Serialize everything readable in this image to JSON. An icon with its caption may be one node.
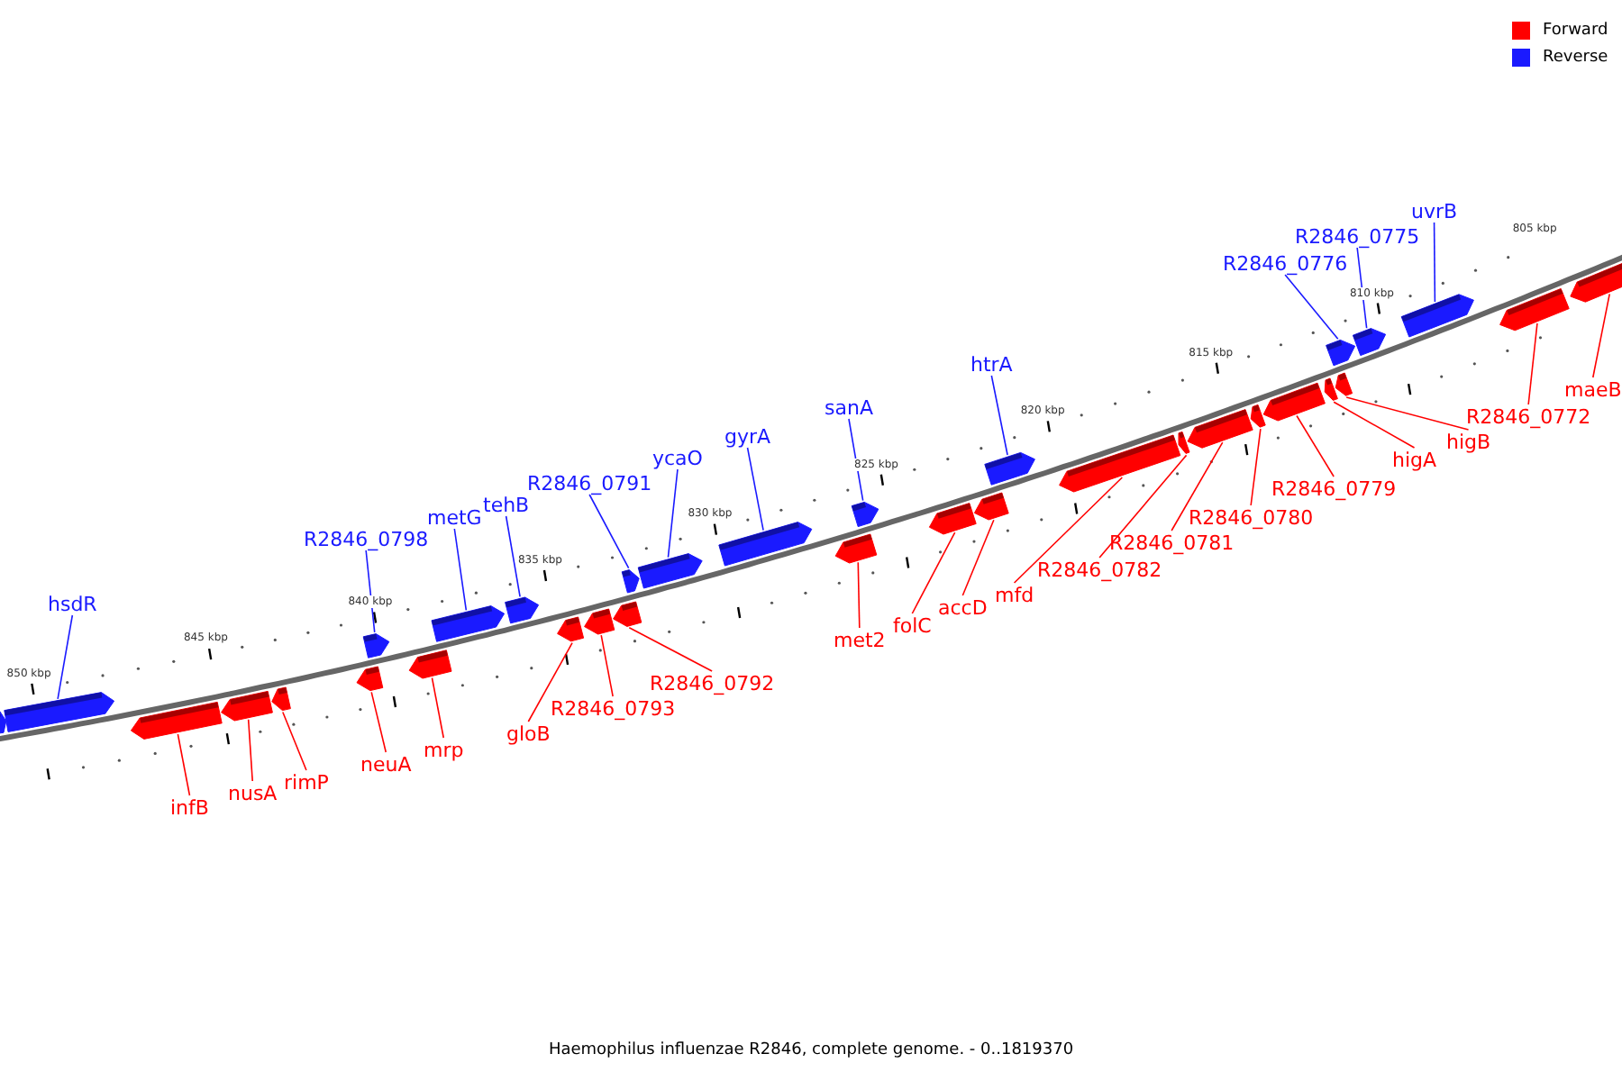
{
  "diagram": {
    "caption": "Haemophilus influenzae R2846, complete genome. - 0..1819370",
    "nodes": [
      {
        "text": [],
        "shape": "arrow"
      },
      {
        "text": [
          "hsdR"
        ]
      },
      {
        "text": [],
        "shape": "arrow"
      },
      {
        "text": [
          "infB"
        ]
      },
      {
        "text": [],
        "shape": "arrow"
      },
      {
        "text": [
          "nusA"
        ]
      },
      {
        "text": [],
        "shape": "arrow"
      },
      {
        "text": [
          "rimP"
        ]
      },
      {
        "text": [],
        "shape": "arrow"
      },
      {
        "text": [
          "neuA"
        ]
      },
      {
        "text": [],
        "shape": "arrow"
      },
      {
        "text": [
          "R2846_0798"
        ]
      },
      {
        "text": [],
        "shape": "arrow"
      },
      {
        "text": [
          "mrp"
        ]
      },
      {
        "text": [],
        "shape": "arrow"
      },
      {
        "text": [
          "metG"
        ]
      },
      {
        "text": [],
        "shape": "arrow"
      },
      {
        "text": [
          "tehB"
        ]
      },
      {
        "text": [],
        "shape": "arrow"
      },
      {
        "text": [
          "gloB"
        ]
      },
      {
        "text": [],
        "shape": "arrow"
      },
      {
        "text": [
          "R2846_0793"
        ]
      },
      {
        "text": [],
        "shape": "arrow"
      },
      {
        "text": [
          "R2846_0792"
        ]
      },
      {
        "text": [],
        "shape": "arrow"
      },
      {
        "text": [
          "R2846_0791"
        ]
      },
      {
        "text": [],
        "shape": "arrow"
      },
      {
        "text": [
          "ycaO"
        ]
      },
      {
        "text": [],
        "shape": "arrow"
      },
      {
        "text": [
          "gyrA"
        ]
      },
      {
        "text": [],
        "shape": "arrow"
      },
      {
        "text": [
          "met2"
        ]
      },
      {
        "text": [],
        "shape": "arrow"
      },
      {
        "text": [
          "sanA"
        ]
      },
      {
        "text": [],
        "shape": "arrow"
      },
      {
        "text": [
          "folC"
        ]
      },
      {
        "text": [],
        "shape": "arrow"
      },
      {
        "text": [
          "accD"
        ]
      },
      {
        "text": [],
        "shape": "arrow"
      },
      {
        "text": [
          "htrA"
        ]
      },
      {
        "text": [],
        "shape": "arrow"
      },
      {
        "text": [
          "mfd"
        ]
      },
      {
        "text": [],
        "shape": "arrow"
      },
      {
        "text": [
          "R2846_0782"
        ]
      },
      {
        "text": [],
        "shape": "arrow"
      },
      {
        "text": [
          "R2846_0781"
        ]
      },
      {
        "text": [],
        "shape": "arrow"
      },
      {
        "text": [
          "R2846_0780"
        ]
      },
      {
        "text": [],
        "shape": "arrow"
      },
      {
        "text": [
          "R2846_0779"
        ]
      },
      {
        "text": [],
        "shape": "arrow"
      },
      {
        "text": [
          "higA"
        ]
      },
      {
        "text": [],
        "shape": "arrow"
      },
      {
        "text": [
          "higB"
        ]
      },
      {
        "text": [],
        "shape": "arrow"
      },
      {
        "text": [
          "R2846_0776"
        ]
      },
      {
        "text": [],
        "shape": "arrow"
      },
      {
        "text": [
          "R2846_0775"
        ]
      },
      {
        "text": [],
        "shape": "arrow"
      },
      {
        "text": [
          "uvrB"
        ]
      },
      {
        "text": [],
        "shape": "arrow"
      },
      {
        "text": [
          "R2846_0772"
        ]
      },
      {
        "text": [],
        "shape": "arrow"
      },
      {
        "text": [
          "maeB"
        ]
      },
      {
        "text": [],
        "shape": "arrow"
      }
    ],
    "edges": [
      {
        "from": 1,
        "to": 2,
        "arrow": "none",
        "color": "#1a1aff"
      },
      {
        "from": 3,
        "to": 4,
        "arrow": "none"
      },
      {
        "from": 5,
        "to": 6,
        "arrow": "none"
      },
      {
        "from": 7,
        "to": 8,
        "arrow": "none"
      },
      {
        "from": 9,
        "to": 10,
        "arrow": "none"
      },
      {
        "from": 11,
        "to": 12,
        "arrow": "none",
        "color": "#1a1aff"
      },
      {
        "from": 13,
        "to": 14,
        "arrow": "none"
      },
      {
        "from": 15,
        "to": 16,
        "arrow": "none",
        "color": "#1a1aff"
      },
      {
        "from": 17,
        "to": 18,
        "arrow": "none",
        "color": "#1a1aff"
      },
      {
        "from": 19,
        "to": 20,
        "arrow": "none"
      },
      {
        "from": 21,
        "to": 22,
        "arrow": "none"
      },
      {
        "from": 23,
        "to": 24,
        "arrow": "none"
      },
      {
        "from": 25,
        "to": 26,
        "arrow": "none",
        "color": "#1a1aff"
      },
      {
        "from": 27,
        "to": 28,
        "arrow": "none",
        "color": "#1a1aff"
      },
      {
        "from": 29,
        "to": 30,
        "arrow": "none",
        "color": "#1a1aff"
      },
      {
        "from": 31,
        "to": 32,
        "arrow": "none"
      },
      {
        "from": 33,
        "to": 34,
        "arrow": "none",
        "color": "#1a1aff"
      },
      {
        "from": 35,
        "to": 36,
        "arrow": "none"
      },
      {
        "from": 37,
        "to": 38,
        "arrow": "none"
      },
      {
        "from": 39,
        "to": 40,
        "arrow": "none",
        "color": "#1a1aff"
      },
      {
        "from": 41,
        "to": 42,
        "arrow": "none"
      },
      {
        "from": 43,
        "to": 44,
        "arrow": "none"
      },
      {
        "from": 45,
        "to": 46,
        "arrow": "none"
      },
      {
        "from": 47,
        "to": 48,
        "arrow": "none"
      },
      {
        "from": 49,
        "to": 50,
        "arrow": "none"
      },
      {
        "from": 51,
        "to": 52,
        "arrow": "none"
      },
      {
        "from": 53,
        "to": 54,
        "arrow": "none"
      },
      {
        "from": 55,
        "to": 56,
        "arrow": "none",
        "color": "#1a1aff"
      },
      {
        "from": 57,
        "to": 58,
        "arrow": "none",
        "color": "#1a1aff"
      },
      {
        "from": 59,
        "to": 60,
        "arrow": "none",
        "color": "#1a1aff"
      },
      {
        "from": 61,
        "to": 62,
        "arrow": "none"
      },
      {
        "from": 63,
        "to": 64,
        "arrow": "none"
      }
    ],
    "labels": [
      "850 kbp",
      "845 kbp",
      "840 kbp",
      "835 kbp",
      "830 kbp",
      "825 kbp",
      "820 kbp",
      "815 kbp",
      "810 kbp",
      "805 kbp"
    ],
    "legend": [
      {
        "text": "Forward",
        "color": "#ff0000"
      },
      {
        "text": "Reverse",
        "color": "#1a1aff"
      }
    ]
  }
}
